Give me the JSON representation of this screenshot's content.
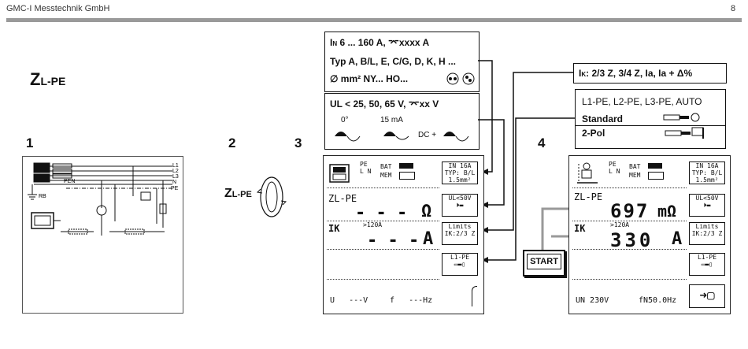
{
  "header": {
    "company": "GMC-I Messtechnik GmbH",
    "page": "8"
  },
  "title": {
    "z": "Z",
    "sub": "L-PE"
  },
  "steps": [
    "1",
    "2",
    "3",
    "4"
  ],
  "rotary": {
    "z": "Z",
    "sub": "L-PE"
  },
  "circuit": {
    "labels": [
      "L1",
      "L2",
      "L3",
      "N",
      "PE",
      "PEN",
      "RB"
    ]
  },
  "box_in": {
    "line1": "I",
    "line1_sub": "N",
    "line1_rest": " 6 ... 160 A, ⌤xxxx A",
    "line2": "Typ A, B/L, E, C/G, D, K, H ...",
    "line3": "∅ mm² NY... HO..."
  },
  "box_ul": {
    "title": "UL < 25, 50, 65 V, ⌤xx V",
    "wave1": "0°",
    "wave2": "15 mA",
    "wave3": "DC +"
  },
  "box_ik": {
    "i": "I",
    "sub": "K",
    "rest": ": 2/3 Z, 3/4 Z, Ia, Ia + Δ%"
  },
  "box_modes": {
    "line1": "L1-PE, L2-PE, L3-PE, AUTO",
    "line2": "Standard",
    "line3": "2-Pol"
  },
  "screen3": {
    "bat": "BAT",
    "mem": "MEM",
    "pe": "PE",
    "l": "L",
    "n": "N",
    "sk1": [
      "IN 16A",
      "TYP: B/L",
      "1.5mm²"
    ],
    "sk2": "UL<50V",
    "sk3": [
      "Limits",
      "IK:2/3 Z"
    ],
    "sk4": "L1-PE",
    "zl_label": "ZL-PE",
    "zl_value": "- - -",
    "zl_unit": "Ω",
    "ik_label": "IK",
    "ik_note": ">120A",
    "ik_value": "- - -",
    "ik_unit": "A",
    "footer_u": "U   ---V",
    "footer_f": "f   ---Hz"
  },
  "screen4": {
    "bat": "BAT",
    "mem": "MEM",
    "pe": "PE",
    "l": "L",
    "n": "N",
    "sk1": [
      "IN 16A",
      "TYP: B/L",
      "1.5mm²"
    ],
    "sk2": "UL<50V",
    "sk3": [
      "Limits",
      "IK:2/3 Z"
    ],
    "sk4": "L1-PE",
    "zl_label": "ZL-PE",
    "zl_value": "697",
    "zl_unit": "mΩ",
    "ik_label": "IK",
    "ik_note": ">120A",
    "ik_value": "330",
    "ik_unit": "A",
    "footer_u": "UN 230V",
    "footer_f": "fN50.0Hz"
  },
  "start_button": "START"
}
